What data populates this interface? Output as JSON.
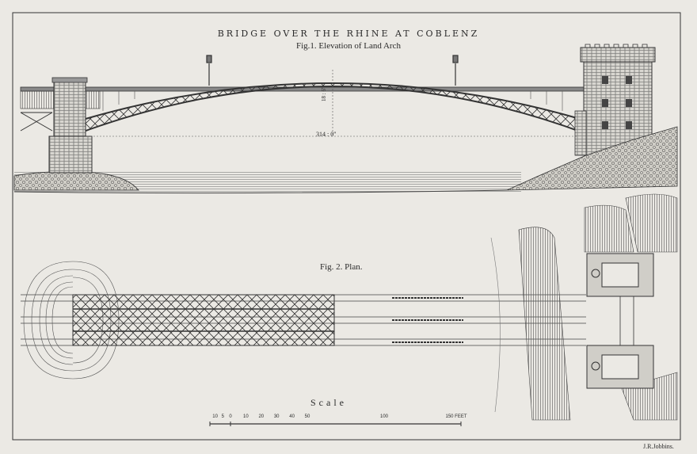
{
  "title": "BRIDGE OVER THE RHINE AT COBLENZ",
  "figure1_caption": "Fig.1. Elevation of Land Arch",
  "figure2_caption": "Fig. 2. Plan.",
  "span_label": "314 : 0\"",
  "rise_label": "18 : 6\"",
  "scale": {
    "title": "Scale",
    "ticks": [
      {
        "label": "10",
        "value": -10
      },
      {
        "label": "5",
        "value": -5
      },
      {
        "label": "0",
        "value": 0
      },
      {
        "label": "10",
        "value": 10
      },
      {
        "label": "20",
        "value": 20
      },
      {
        "label": "30",
        "value": 30
      },
      {
        "label": "40",
        "value": 40
      },
      {
        "label": "50",
        "value": 50
      },
      {
        "label": "100",
        "value": 100
      },
      {
        "label": "150 FEET",
        "value": 150
      }
    ]
  },
  "credit": "J.R.Jobbins."
}
